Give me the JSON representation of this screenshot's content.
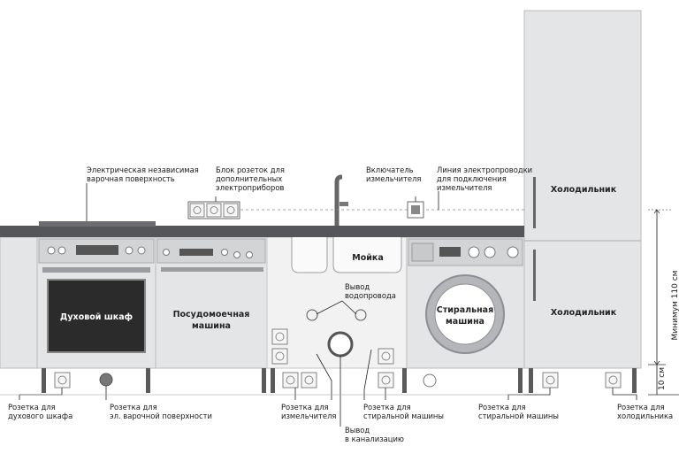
{
  "labels": {
    "cooktop": [
      "Электрическая независимая",
      "варочная поверхность"
    ],
    "socket_block": [
      "Блок розеток для",
      "дополнительных",
      "электроприборов"
    ],
    "switch": [
      "Включатель",
      "измельчителя"
    ],
    "wiring": [
      "Линия электропроводки",
      "для подключения",
      "измельчителя"
    ],
    "water_outlet": [
      "Вывод",
      "водопровода"
    ],
    "sewer_outlet": [
      "Вывод",
      "в канализацию"
    ],
    "socket_oven": [
      "Розетка для",
      "духового шкафа"
    ],
    "socket_cooktop": [
      "Розетка для",
      "эл. варочной поверхности"
    ],
    "socket_grinder": [
      "Розетка для",
      "измельчителя"
    ],
    "socket_washer_1": [
      "Розетка для",
      "стиральной машины"
    ],
    "socket_washer_2": [
      "Розетка для",
      "стиральной машины"
    ],
    "socket_fridge": [
      "Розетка для",
      "холодильника"
    ]
  },
  "appliances": {
    "oven": "Духовой шкаф",
    "dishwasher": [
      "Посудомоечная",
      "машина"
    ],
    "sink": "Мойка",
    "washer": [
      "Стиральная",
      "машина"
    ],
    "fridge_top": "Холодильник",
    "fridge_bottom": "Холодильник"
  },
  "dimensions": {
    "min_height": "Минимум 110 см",
    "socket_height": "10 см"
  },
  "colors": {
    "countertop": "#54565a",
    "cabinet": "#e4e5e7",
    "oven_window": "#2b2b2b",
    "fridge": "#e6e7e9"
  }
}
